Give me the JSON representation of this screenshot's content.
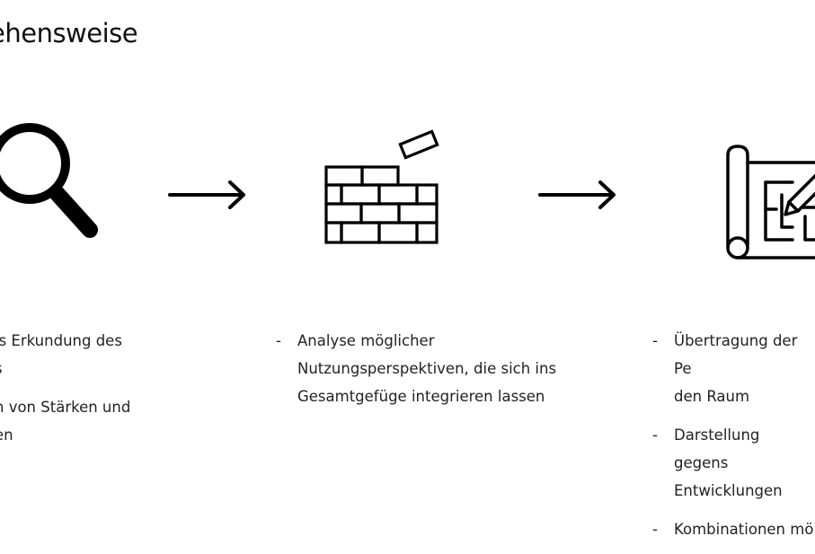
{
  "title": "ehensweise",
  "icons": {
    "step1": "magnifier-icon",
    "arrow1": "arrow-right-icon",
    "step2": "brick-wall-icon",
    "arrow2": "arrow-right-icon",
    "step3": "blueprint-icon"
  },
  "steps": [
    {
      "bullets": [
        {
          "dash": "",
          "text": "ls Erkundung des\ns"
        },
        {
          "dash": "",
          "text": "n von Stärken und\nen"
        }
      ]
    },
    {
      "bullets": [
        {
          "dash": "-",
          "text": "Analyse möglicher\nNutzungsperspektiven, die sich ins\nGesamtgefüge integrieren lassen"
        }
      ]
    },
    {
      "bullets": [
        {
          "dash": "-",
          "text": "Übertragung der Pe\nden Raum"
        },
        {
          "dash": "-",
          "text": "Darstellung gegens\nEntwicklungen"
        },
        {
          "dash": "-",
          "text": "Kombinationen mö"
        }
      ]
    }
  ]
}
